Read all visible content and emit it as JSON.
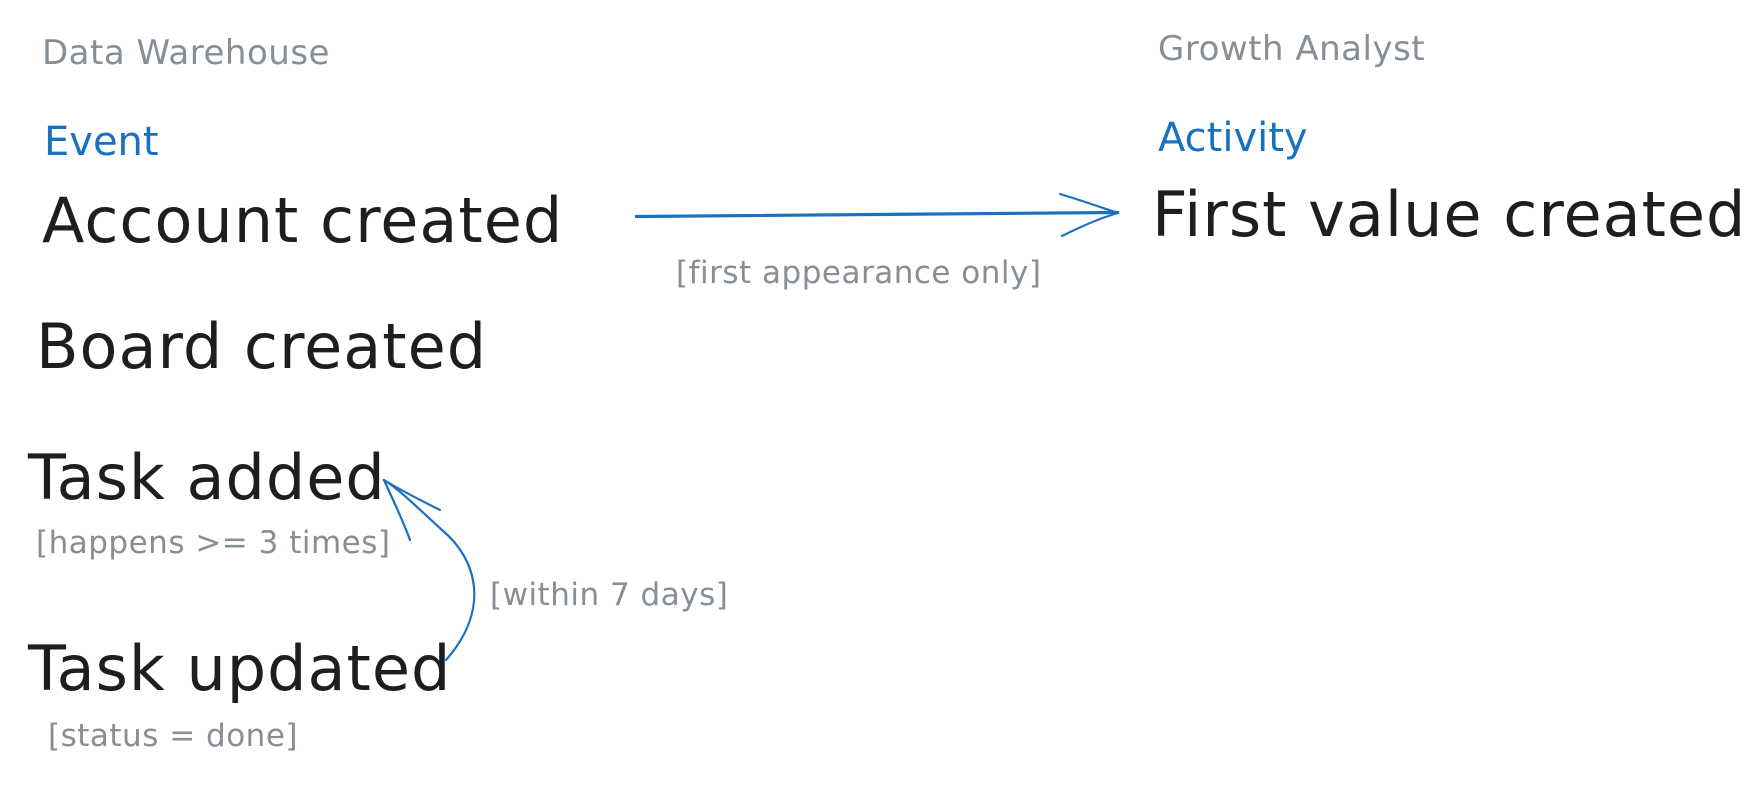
{
  "source_column": {
    "system_label": "Data Warehouse",
    "type_label": "Event",
    "events": [
      {
        "name": "Account created"
      },
      {
        "name": "Board created"
      },
      {
        "name": "Task added",
        "condition": "[happens >= 3 times]"
      },
      {
        "name": "Task updated",
        "condition": "[status = done]"
      }
    ]
  },
  "target_column": {
    "system_label": "Growth Analyst",
    "type_label": "Activity",
    "activity": "First value created"
  },
  "connectors": {
    "main_arrow_label": "[first appearance only]",
    "loop_arrow_label": "[within 7 days]"
  },
  "colors": {
    "accent": "#1971c2",
    "text": "#1e1e1e",
    "muted": "#868e96"
  }
}
